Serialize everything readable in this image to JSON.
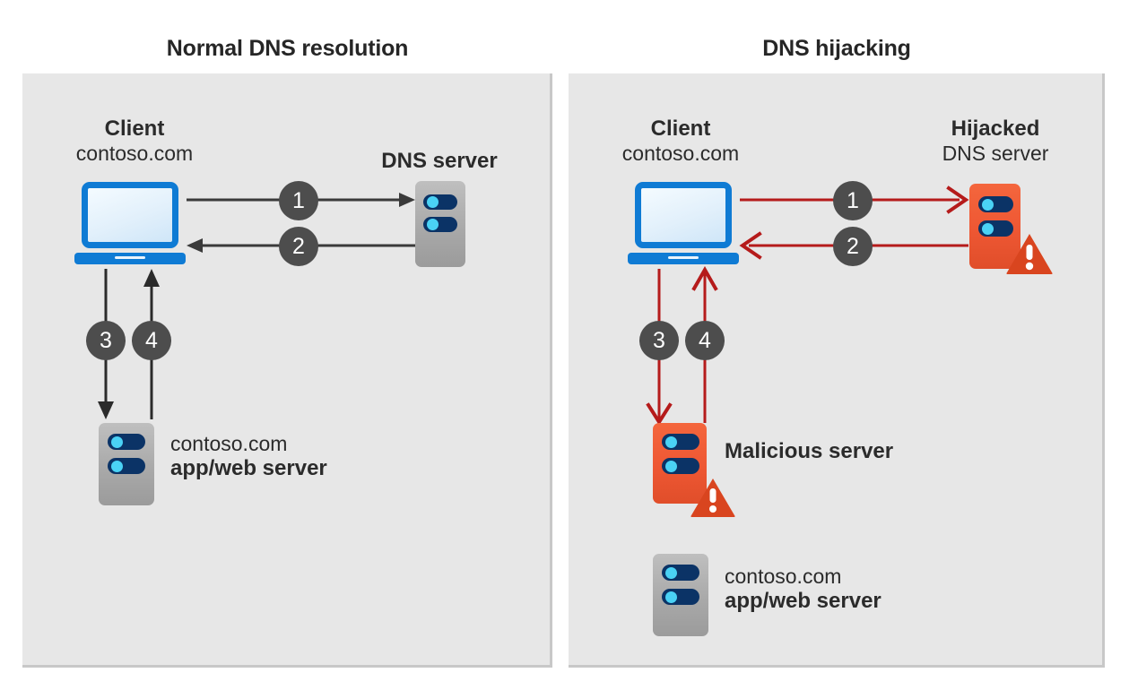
{
  "diagram": {
    "colors": {
      "panel_background": "#e7e7e7",
      "page_background": "#ffffff",
      "normal_arrow": "#3a3a3a",
      "hijack_arrow": "#b51b1b",
      "badge": "#4d4d4d",
      "laptop_blue": "#0f7bd4",
      "server_gray": "#a9a9a9",
      "server_red": "#ee5733",
      "server_bar": "#0b3366",
      "server_dot": "#4ad2f5",
      "title_text": "#262626",
      "label_text": "#2b2b2b"
    },
    "panels": [
      {
        "id": "normal",
        "title": "Normal DNS resolution",
        "nodes": [
          {
            "id": "client",
            "icon": "laptop-icon",
            "line1": "Client",
            "line2": "contoso.com"
          },
          {
            "id": "dns-server",
            "icon": "server-icon",
            "line1": "DNS server",
            "line2": ""
          },
          {
            "id": "app-web-server",
            "icon": "server-icon",
            "line1": "contoso.com",
            "line2": "app/web server"
          }
        ],
        "steps": [
          {
            "number": "1",
            "from": "client",
            "to": "dns-server",
            "direction": "right"
          },
          {
            "number": "2",
            "from": "dns-server",
            "to": "client",
            "direction": "left"
          },
          {
            "number": "3",
            "from": "client",
            "to": "app-web-server",
            "direction": "down"
          },
          {
            "number": "4",
            "from": "app-web-server",
            "to": "client",
            "direction": "up"
          }
        ]
      },
      {
        "id": "hijacking",
        "title": "DNS hijacking",
        "nodes": [
          {
            "id": "client",
            "icon": "laptop-icon",
            "line1": "Client",
            "line2": "contoso.com"
          },
          {
            "id": "hijacked-dns-server",
            "icon": "server-warning-icon",
            "line1": "Hijacked",
            "line2": "DNS server"
          },
          {
            "id": "malicious-server",
            "icon": "server-warning-icon",
            "line1": "Malicious server",
            "line2": ""
          },
          {
            "id": "app-web-server",
            "icon": "server-icon",
            "line1": "contoso.com",
            "line2": "app/web server"
          }
        ],
        "steps": [
          {
            "number": "1",
            "from": "client",
            "to": "hijacked-dns-server",
            "direction": "right"
          },
          {
            "number": "2",
            "from": "hijacked-dns-server",
            "to": "client",
            "direction": "left"
          },
          {
            "number": "3",
            "from": "client",
            "to": "malicious-server",
            "direction": "down"
          },
          {
            "number": "4",
            "from": "malicious-server",
            "to": "client",
            "direction": "up"
          }
        ]
      }
    ]
  }
}
